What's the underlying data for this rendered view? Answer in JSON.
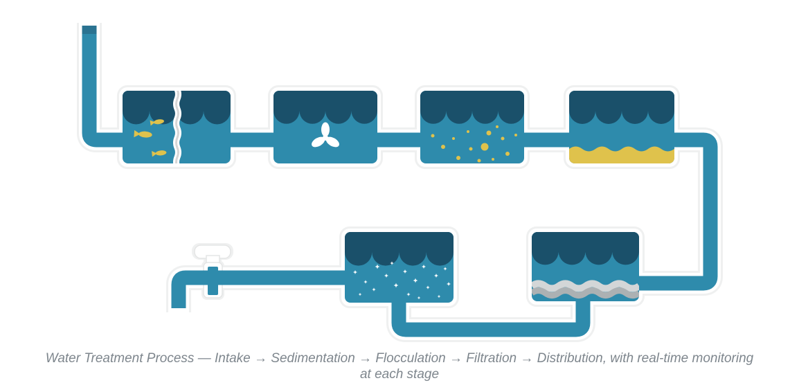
{
  "diagram_title": "Water Treatment Process",
  "caption": {
    "line1": "Water Treatment Process — Intake → Sedimentation → Flocculation → Filtration → Distribution, with real-time monitoring",
    "line2": "at each stage"
  },
  "stages_in_caption": [
    "Intake",
    "Sedimentation",
    "Flocculation",
    "Filtration",
    "Distribution"
  ],
  "tanks": [
    {
      "id": "intake-tank",
      "icons": [
        "fish-icon",
        "screen-mesh-icon"
      ]
    },
    {
      "id": "mixing-tank",
      "icons": [
        "propeller-icon"
      ]
    },
    {
      "id": "flocculation-tank",
      "icons": [
        "floc-particles-icon"
      ]
    },
    {
      "id": "sedimentation-tank",
      "icons": [
        "sediment-layer-icon"
      ]
    },
    {
      "id": "filtration-tank",
      "icons": [
        "filter-bed-icon"
      ]
    },
    {
      "id": "clear-water-tank",
      "icons": [
        "sparkle-particles-icon"
      ]
    }
  ],
  "fixtures": [
    {
      "id": "intake-pipe"
    },
    {
      "id": "faucet",
      "icons": [
        "faucet-handle-icon"
      ]
    }
  ],
  "colors": {
    "water": "#2E8BAC",
    "wave-dark": "#1A506A",
    "pipe-top": "#2A7391",
    "yellow": "#DFC24C",
    "filter-light": "#D3D6D7",
    "filter-dark": "#ACB1B3",
    "mesh-gray": "#D6D6D6",
    "white": "#FFFFFF",
    "casing-faint": "#EFF0F0",
    "handle-stroke": "#E4E5E5",
    "caption-text": "#7E868D",
    "bg": "#FFFFFF"
  }
}
